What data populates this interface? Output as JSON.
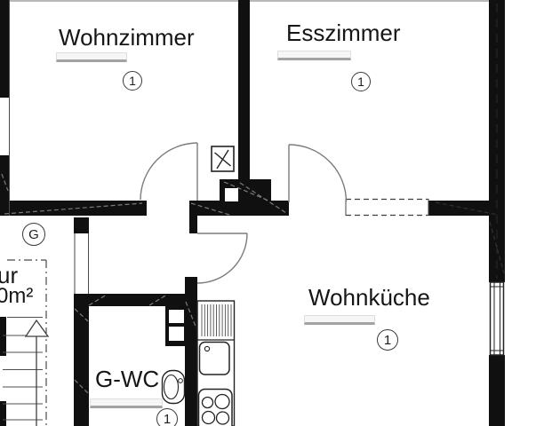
{
  "plan": {
    "kind": "apartment floor plan (cropped)",
    "rooms": [
      {
        "key": "wohnzimmer",
        "label": "Wohnzimmer",
        "badge": "1"
      },
      {
        "key": "esszimmer",
        "label": "Esszimmer",
        "badge": "1"
      },
      {
        "key": "wohnkueche",
        "label": "Wohnküche",
        "badge": "1"
      },
      {
        "key": "g-wc",
        "label": "G-WC",
        "badge": "1"
      }
    ],
    "markers": {
      "level_marker": "G",
      "cropped_room_name_fragment": "ur",
      "cropped_area_fragment": "0m²"
    },
    "symbols": [
      "ventilation-shaft-x",
      "stairs-up-arrow",
      "window",
      "door-swing-arcs",
      "kitchen-sink",
      "kitchen-stove",
      "kitchen-drainboard",
      "toilet"
    ],
    "colors": {
      "wall": "#101010",
      "thin_line": "#3f3f3f",
      "door_arc": "#7c7c7c",
      "text": "#161616",
      "background": "#ffffff"
    }
  }
}
